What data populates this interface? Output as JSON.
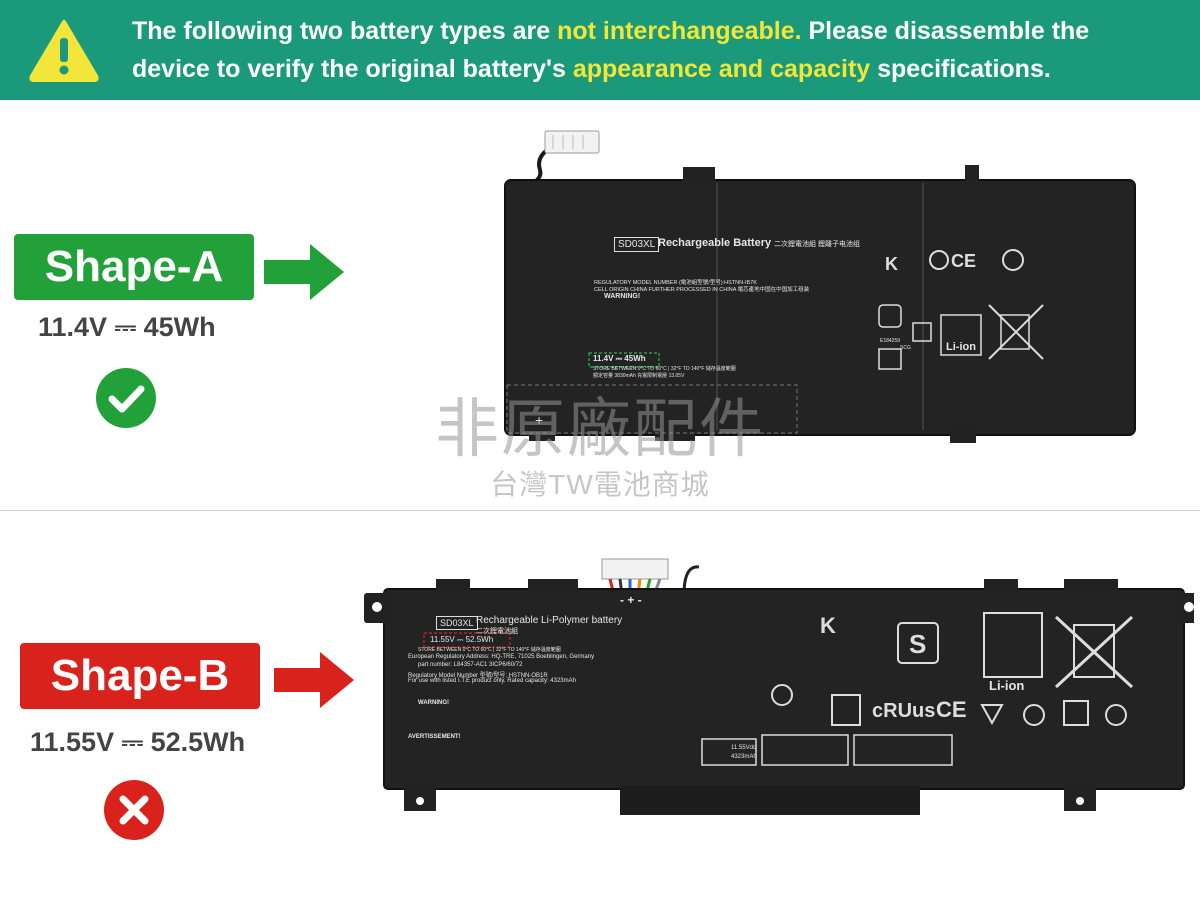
{
  "banner": {
    "line1_a": "The following two battery types are ",
    "line1_hl": "not interchangeable.",
    "line1_b": " Please disassemble the",
    "line2_a": "device to verify the original battery's ",
    "line2_hl": "appearance and capacity",
    "line2_b": " specifications.",
    "highlight_color": "#f3e63a",
    "background_color": "#1a9a7a"
  },
  "shape_a": {
    "label": "Shape-A",
    "spec": "11.4V ⎓ 45Wh",
    "status": "check",
    "label_color": "#22a03a"
  },
  "shape_b": {
    "label": "Shape-B",
    "spec": "11.55V ⎓ 52.5Wh",
    "status": "cross",
    "label_color": "#d9221c"
  },
  "battery_a": {
    "model_tag": "SD03XL",
    "title": "Rechargeable Battery",
    "title_cn": "二次鋰電池組  鋰離子电池组",
    "reg_line": "REGULATORY MODEL NUMBER (電池組型號/型号):HSTNN-IB7K",
    "origin_line": "CELL ORIGIN CHINA FURTHER PROCESSED IN CHINA 電芯產地中国在中国加工组装",
    "warning": "WARNING!",
    "rating": "11.4V ⎓ 45Wh",
    "store_line": "STORE BETWEEN 0°C TO 60°C | 32°F TO 140°F 儲存溫度範圍",
    "capacity_line": "額定容量 3830mAh   充電限制電壓 13.05V",
    "liion": "Li-ion",
    "cert_num": "E184259",
    "scg": "SCG"
  },
  "battery_b": {
    "model_tag": "SD03XL",
    "title": "Rechargeable Li-Polymer battery",
    "title_cn": "二次鋰電池組",
    "rating": "11.55V ⎓ 52.5Wh",
    "store_line": "STORE BETWEEN 0°C TO 60°C | 32°F TO 140°F 儲存溫度範圍",
    "eu_line": "European Regulatory Address:      HQ-TRE, 71025 Boeblingen, Germany",
    "part_line": "part number: L84357-AC1    3ICP6/60/72",
    "reg_line": "Regulatory Model Number 型號/型号: HSTNN-OB1R",
    "use_line": "For use with listed I.T.E product only.      Rated capacity: 4323mAh",
    "warning": "WARNING!",
    "avert": "AVERTISSEMENT!",
    "liion": "Li-ion",
    "pse_rating": "11.55Vdc",
    "pse_cap": "4323mAh",
    "terminals": "-  +  -"
  },
  "watermark": {
    "line1": "非原廠配件",
    "line2": "台灣TW電池商城"
  }
}
